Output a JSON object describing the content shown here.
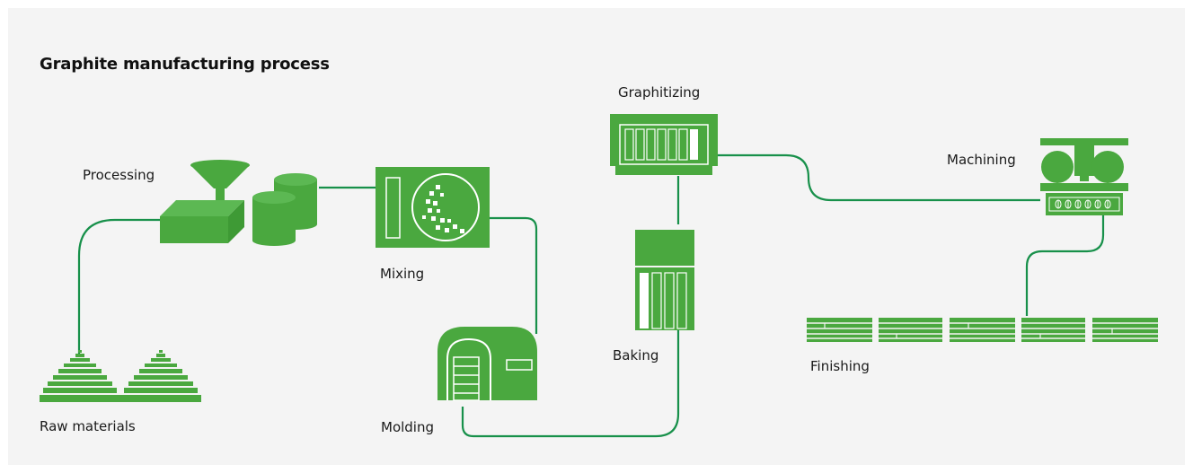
{
  "title": "Graphite manufacturing process",
  "colors": {
    "green": "#4aa83f",
    "line": "#17904a",
    "background": "#f4f4f4"
  },
  "stages": {
    "raw_materials": "Raw materials",
    "processing": "Processing",
    "mixing": "Mixing",
    "molding": "Molding",
    "baking": "Baking",
    "graphitizing": "Graphitizing",
    "machining": "Machining",
    "finishing": "Finishing"
  },
  "icons": [
    "raw-materials-icon",
    "processing-icon",
    "mixing-icon",
    "molding-icon",
    "baking-icon",
    "graphitizing-icon",
    "machining-icon",
    "finishing-icon"
  ]
}
